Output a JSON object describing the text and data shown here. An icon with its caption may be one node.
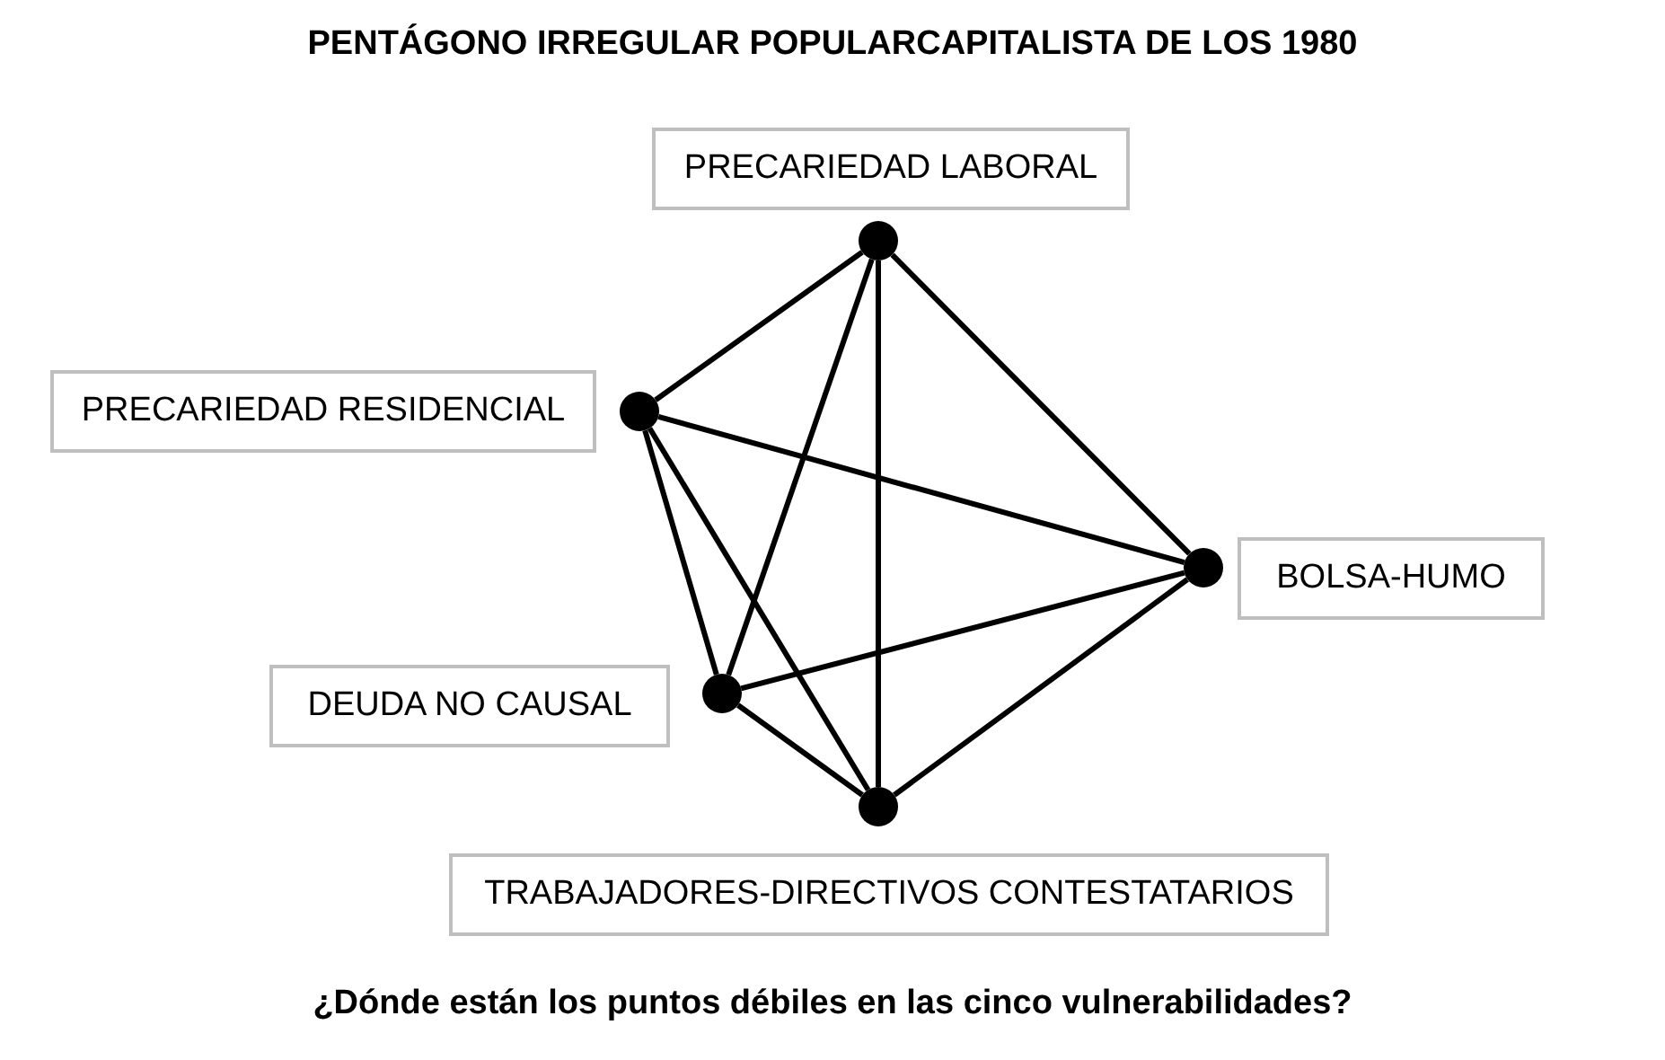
{
  "diagram": {
    "title": "PENTÁGONO IRREGULAR POPULARCAPITALISTA DE LOS 1980",
    "caption": "¿Dónde están los puntos débiles en las cinco vulnerabilidades?",
    "nodes": [
      {
        "text": [
          "PRECARIEDAD LABORAL"
        ]
      },
      {
        "text": [
          "PRECARIEDAD RESIDENCIAL"
        ]
      },
      {
        "text": [
          "BOLSA-HUMO"
        ]
      },
      {
        "text": [
          "DEUDA NO CAUSAL"
        ]
      },
      {
        "text": [
          "TRABAJADORES-DIRECTIVOS CONTESTATARIOS"
        ]
      },
      {
        "text": [],
        "shape": "circle"
      },
      {
        "text": [],
        "shape": "circle"
      },
      {
        "text": [],
        "shape": "circle"
      },
      {
        "text": [],
        "shape": "circle"
      },
      {
        "text": [],
        "shape": "circle"
      }
    ],
    "edges": [
      {
        "from": 5,
        "to": 6,
        "arrow": "none"
      },
      {
        "from": 5,
        "to": 7,
        "arrow": "none"
      },
      {
        "from": 5,
        "to": 8,
        "arrow": "none"
      },
      {
        "from": 5,
        "to": 9,
        "arrow": "none"
      },
      {
        "from": 6,
        "to": 7,
        "arrow": "none"
      },
      {
        "from": 6,
        "to": 8,
        "arrow": "none"
      },
      {
        "from": 6,
        "to": 9,
        "arrow": "none"
      },
      {
        "from": 7,
        "to": 8,
        "arrow": "none"
      },
      {
        "from": 7,
        "to": 9,
        "arrow": "none"
      },
      {
        "from": 8,
        "to": 9,
        "arrow": "none"
      }
    ]
  }
}
